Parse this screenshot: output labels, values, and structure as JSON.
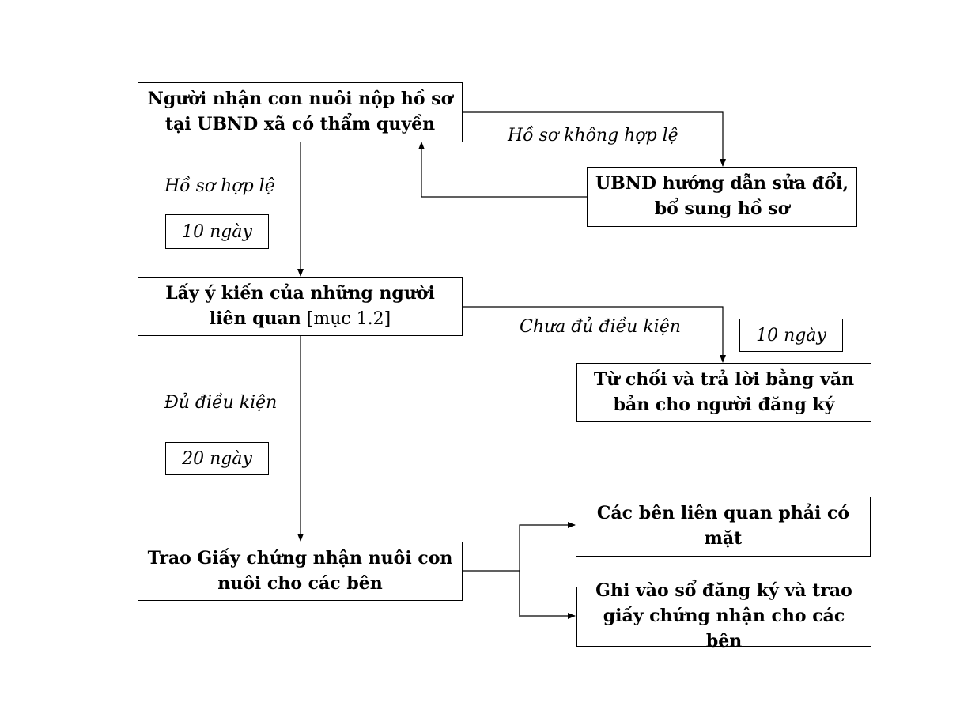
{
  "nodes": {
    "submit": "Người nhận con nuôi nộp hồ sơ tại UBND xã có thẩm quyền",
    "guide": "UBND hướng dẫn sửa đổi, bổ sung hồ sơ",
    "consult": {
      "bold": "Lấy ý kiến của những người liên quan",
      "normal": " [mục 1.2]"
    },
    "reject": "Từ chối và trả lời bằng văn bản cho người đăng ký",
    "grant": "Trao Giấy chứng nhận nuôi con nuôi cho các bên",
    "present": "Các bên liên quan phải có mặt",
    "record": "Ghi vào sổ đăng ký và trao giấy chứng nhận cho các bên"
  },
  "edge_labels": {
    "invalid": "Hồ sơ không hợp lệ",
    "valid": "Hồ sơ hợp lệ",
    "not_eligible": "Chưa đủ điều kiện",
    "eligible": "Đủ điều kiện"
  },
  "durations": {
    "valid": "10 ngày",
    "not_eligible": "10 ngày",
    "eligible": "20 ngày"
  }
}
